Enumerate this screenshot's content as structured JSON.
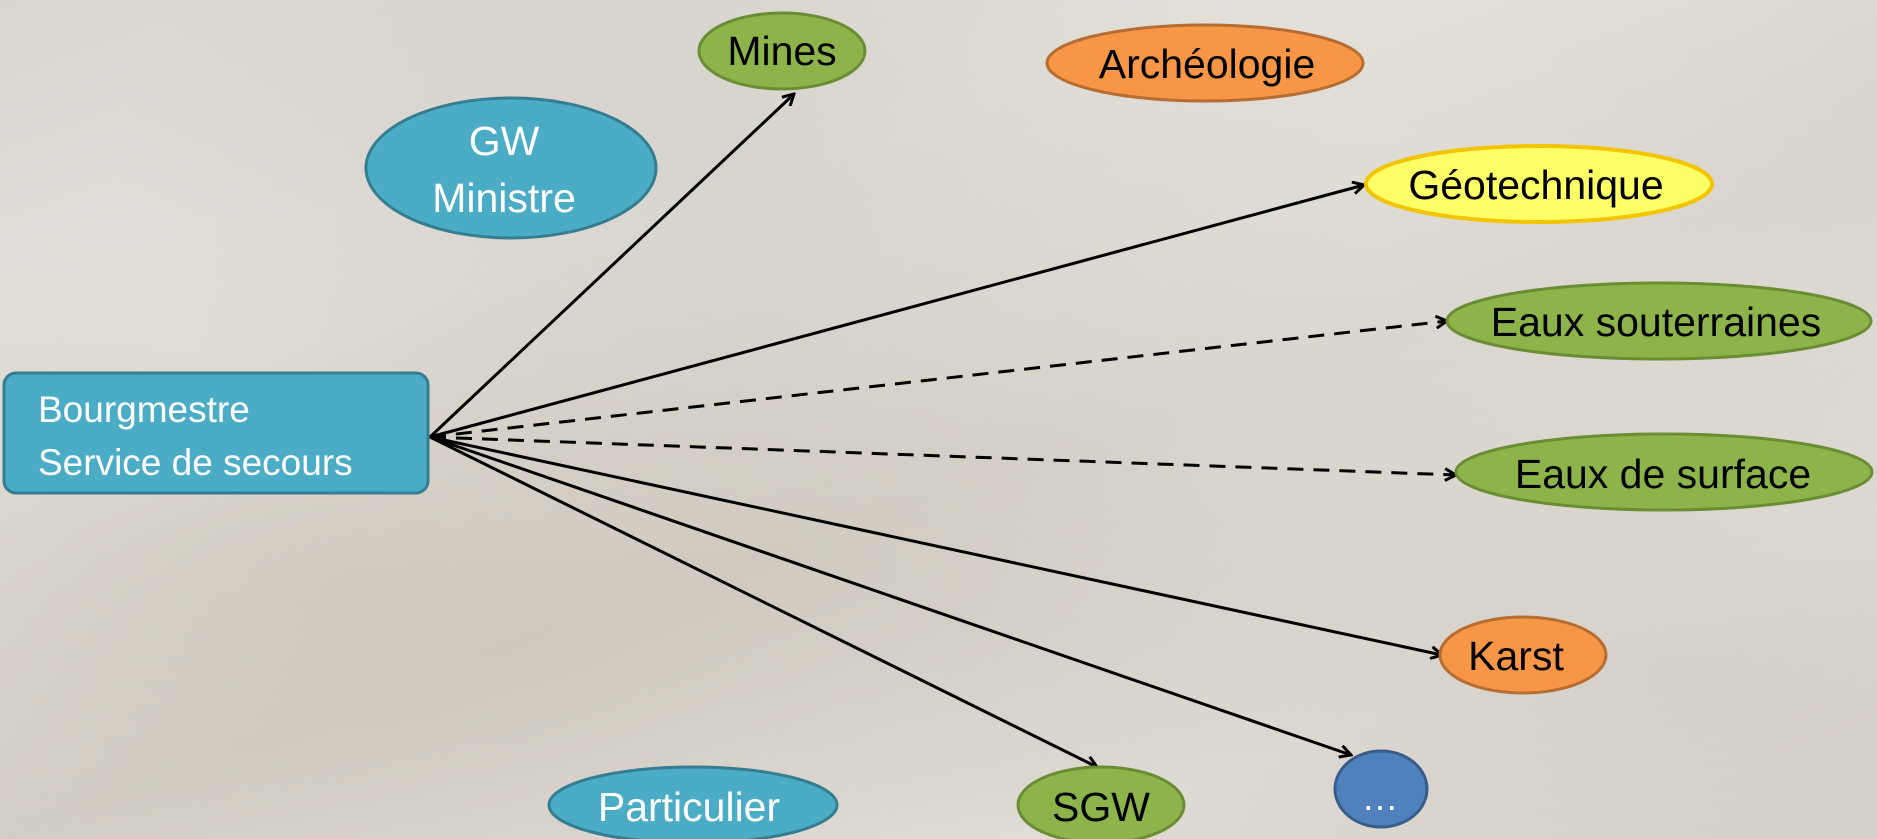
{
  "nodes": {
    "source": {
      "line1": "Bourgmestre",
      "line2": "Service de secours"
    },
    "gw": {
      "line1": "GW",
      "line2": "Ministre"
    },
    "mines": {
      "label": "Mines"
    },
    "archeologie": {
      "label": "Archéologie"
    },
    "geotechnique": {
      "label": "Géotechnique"
    },
    "eaux_souterraines": {
      "label": "Eaux souterraines"
    },
    "eaux_surface": {
      "label": "Eaux de surface"
    },
    "karst": {
      "label": "Karst"
    },
    "ellipsis": {
      "label": "…"
    },
    "sgw": {
      "label": "SGW"
    },
    "particulier": {
      "label": "Particulier"
    }
  },
  "colors": {
    "teal_fill": "#4bacc6",
    "teal_stroke": "#357d91",
    "green_fill": "#8db44a",
    "green_stroke": "#6a8d34",
    "orange_fill": "#f79646",
    "orange_stroke": "#b66d31",
    "yellow_fill": "#ffff66",
    "yellow_stroke": "#f2c500",
    "blue_fill": "#4f81bd",
    "blue_stroke": "#385d8a",
    "arrow": "#000000"
  },
  "edges": [
    {
      "from": "source",
      "to": "mines",
      "style": "solid"
    },
    {
      "from": "source",
      "to": "geotechnique",
      "style": "solid"
    },
    {
      "from": "source",
      "to": "eaux_souterraines",
      "style": "dashed"
    },
    {
      "from": "source",
      "to": "eaux_surface",
      "style": "dashed"
    },
    {
      "from": "source",
      "to": "karst",
      "style": "solid"
    },
    {
      "from": "source",
      "to": "ellipsis",
      "style": "solid"
    },
    {
      "from": "source",
      "to": "sgw",
      "style": "solid"
    }
  ]
}
